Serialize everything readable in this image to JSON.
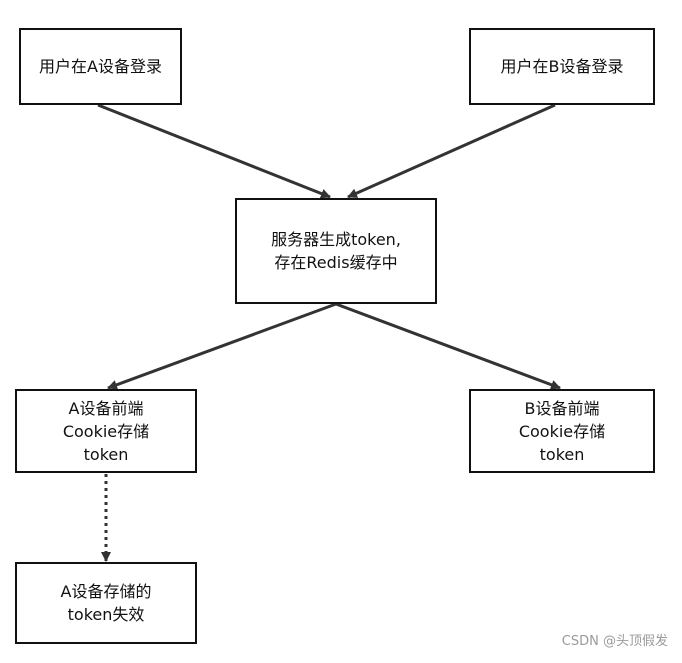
{
  "nodes": {
    "login_a": {
      "lines": [
        "用户在A设备登录"
      ]
    },
    "login_b": {
      "lines": [
        "用户在B设备登录"
      ]
    },
    "server": {
      "lines": [
        "服务器生成token,",
        "存在Redis缓存中"
      ]
    },
    "front_a": {
      "lines": [
        "A设备前端",
        "Cookie存储",
        "token"
      ]
    },
    "front_b": {
      "lines": [
        "B设备前端",
        "Cookie存储",
        "token"
      ]
    },
    "expire_a": {
      "lines": [
        "A设备存储的",
        "token失效"
      ]
    }
  },
  "edges": [
    {
      "from": "login_a",
      "to": "server",
      "style": "solid"
    },
    {
      "from": "login_b",
      "to": "server",
      "style": "solid"
    },
    {
      "from": "server",
      "to": "front_a",
      "style": "solid"
    },
    {
      "from": "server",
      "to": "front_b",
      "style": "solid"
    },
    {
      "from": "front_a",
      "to": "expire_a",
      "style": "dotted"
    }
  ],
  "watermark": "CSDN @头顶假发",
  "colors": {
    "stroke": "#333333",
    "text": "#111111",
    "watermark": "#9a9a9a"
  }
}
